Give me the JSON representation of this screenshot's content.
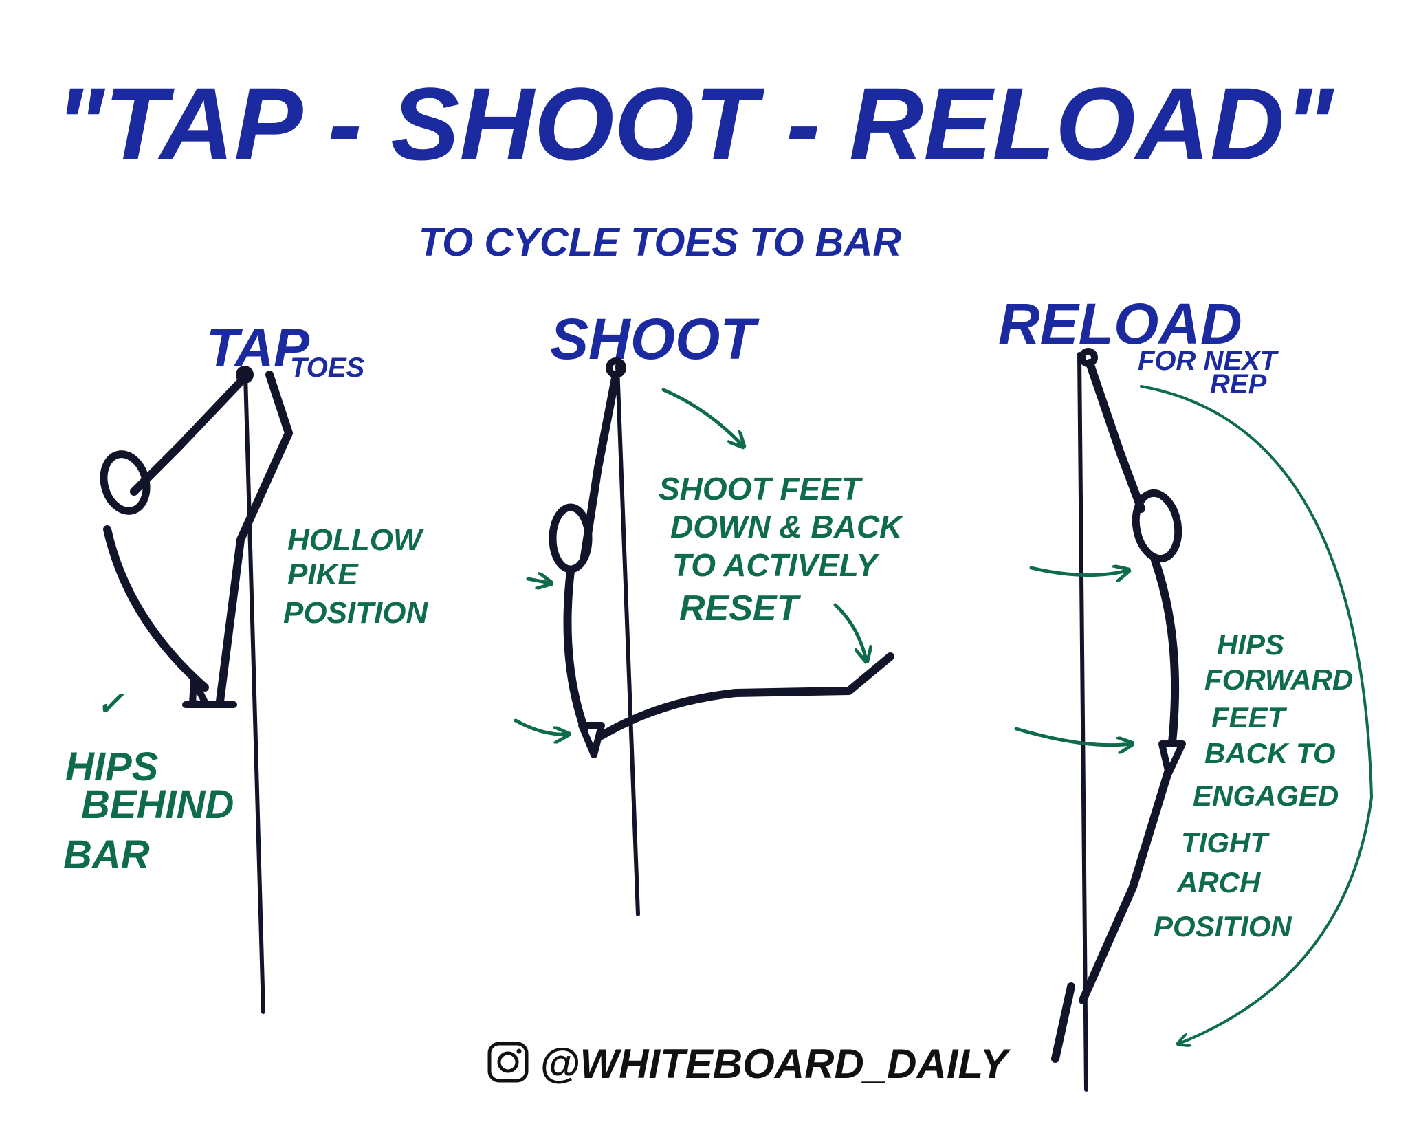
{
  "title": "\"TAP - SHOOT - RELOAD\"",
  "subtitle": "TO CYCLE TOES TO BAR",
  "colors": {
    "title": "#1b2a9e",
    "notes": "#0f6b4e",
    "ink": "#12142a",
    "background": "#ffffff"
  },
  "panels": {
    "tap": {
      "heading": "TAP",
      "heading_note": "TOES",
      "note1": [
        "HOLLOW",
        "PIKE",
        "POSITION"
      ],
      "check": "✓",
      "note2": [
        "HIPS",
        "BEHIND",
        "BAR"
      ]
    },
    "shoot": {
      "heading": "SHOOT",
      "note": [
        "SHOOT FEET",
        "DOWN & BACK",
        "TO ACTIVELY",
        "RESET"
      ]
    },
    "reload": {
      "heading": "RELOAD",
      "heading_note": [
        "FOR NEXT",
        "REP"
      ],
      "note": [
        "HIPS",
        "FORWARD",
        "FEET",
        "BACK TO",
        "ENGAGED",
        "TIGHT",
        "ARCH",
        "POSITION"
      ]
    }
  },
  "footer": {
    "icon": "instagram-icon",
    "handle": "@WHITEBOARD_DAILY"
  }
}
